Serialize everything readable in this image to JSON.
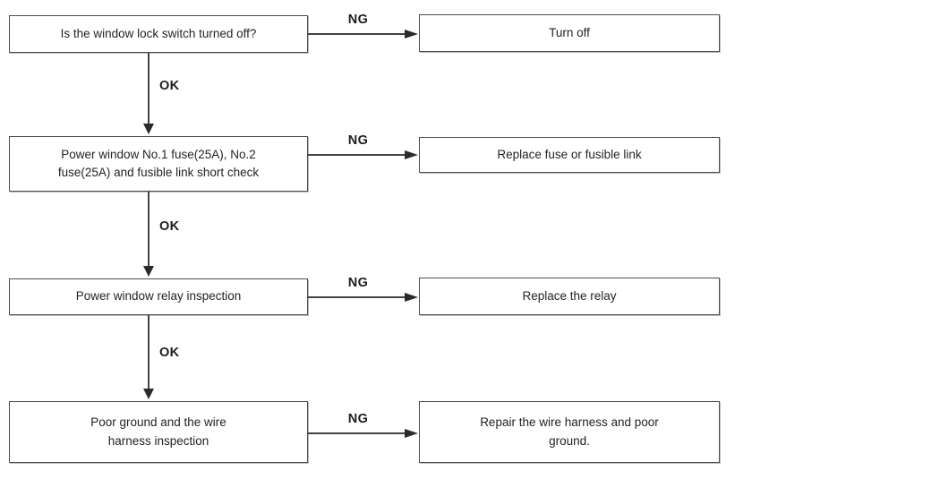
{
  "flowchart": {
    "rows": [
      {
        "step": "Is the window lock switch turned off?",
        "ng_label": "NG",
        "action": "Turn off"
      },
      {
        "step": [
          "Power window No.1 fuse(25A), No.2",
          "fuse(25A) and fusible link short check"
        ],
        "ng_label": "NG",
        "action": "Replace fuse or fusible link"
      },
      {
        "step": "Power window relay inspection",
        "ng_label": "NG",
        "action": "Replace the relay"
      },
      {
        "step": [
          "Poor ground and the wire",
          "harness inspection"
        ],
        "ng_label": "NG",
        "action": [
          "Repair the wire harness and poor",
          "ground."
        ]
      }
    ],
    "connectors": [
      {
        "label": "OK"
      },
      {
        "label": "OK"
      },
      {
        "label": "OK"
      }
    ],
    "colors": {
      "line": "#434345",
      "border": "#4e4e50",
      "text": "#232323",
      "background": "#ffffff"
    }
  }
}
